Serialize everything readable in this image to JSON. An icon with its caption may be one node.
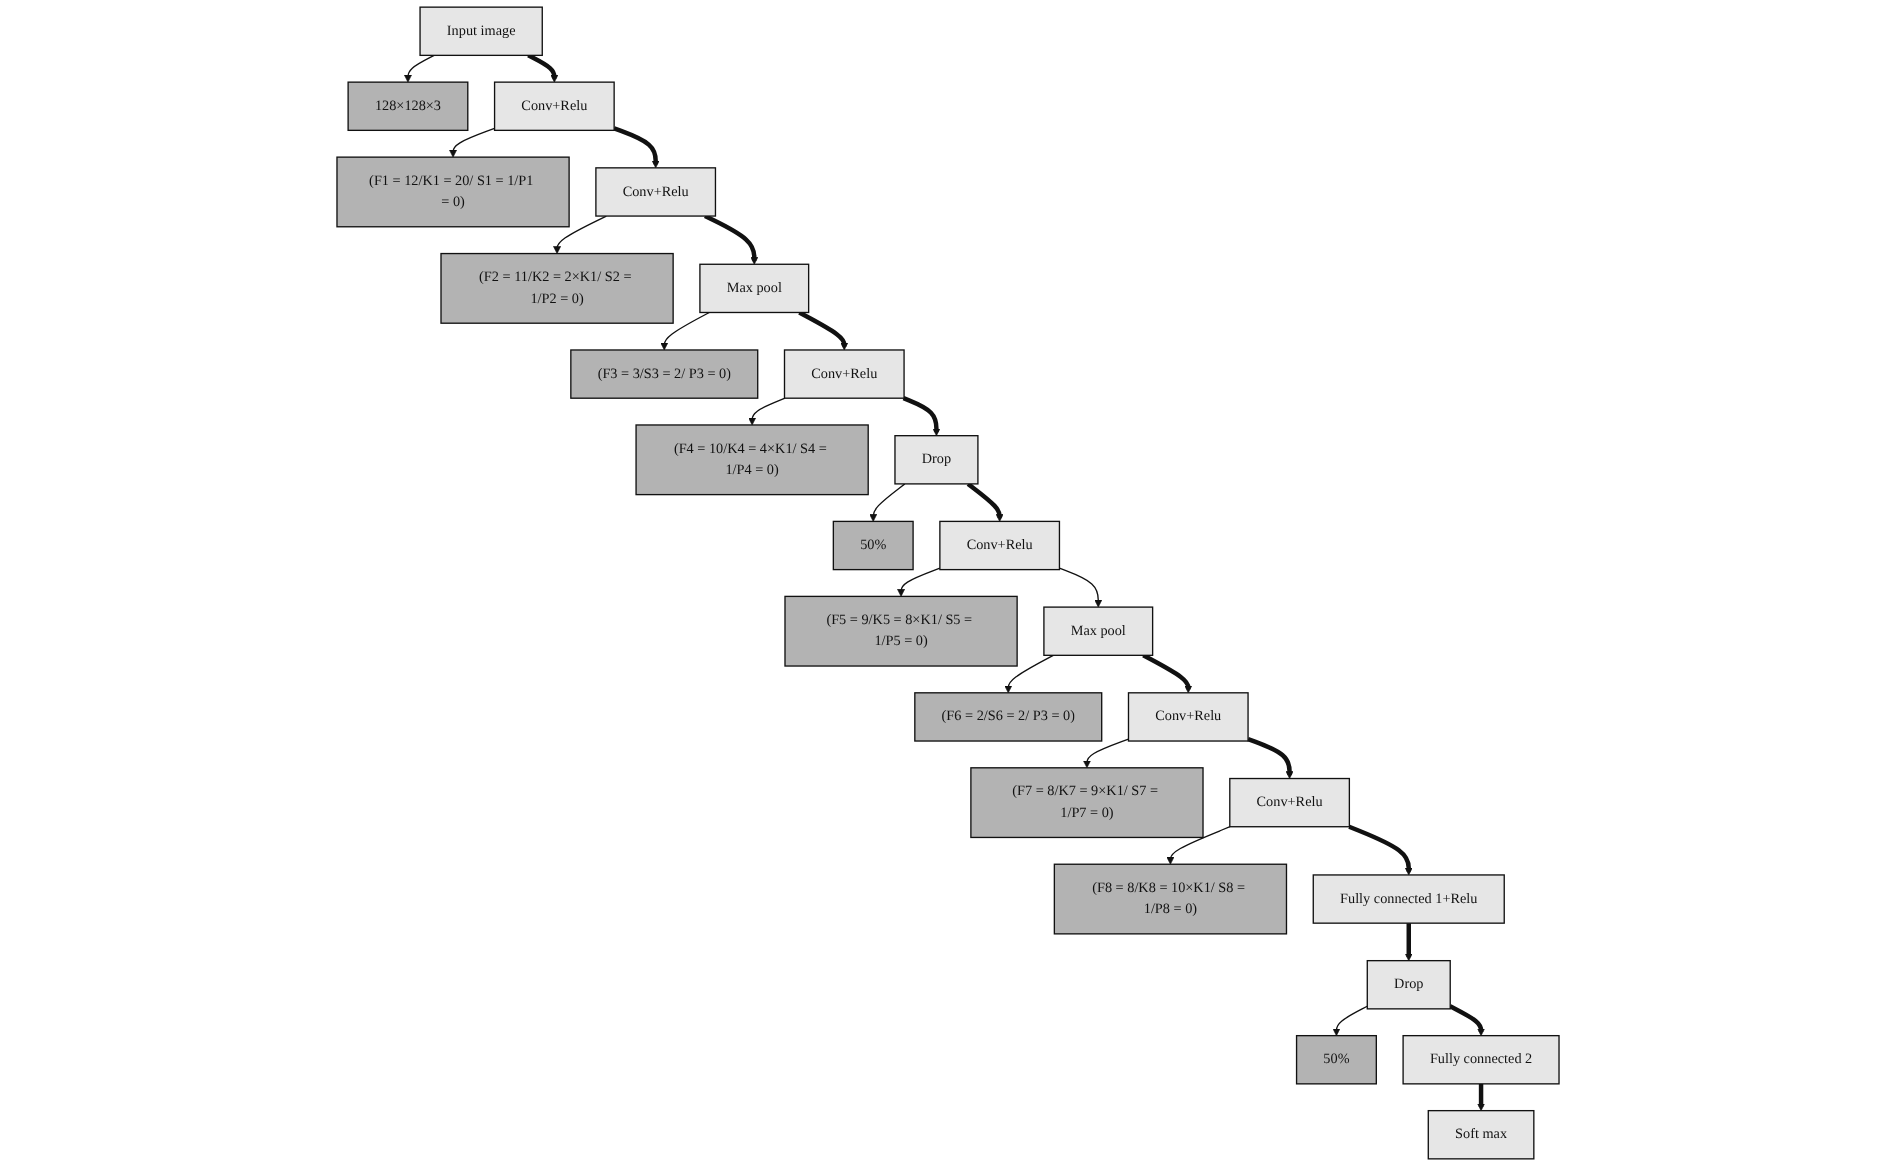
{
  "diagram": {
    "nodes": [
      {
        "text": [
          "128×128×3"
        ]
      },
      {
        "text": [
          "Input image"
        ]
      },
      {
        "text": [
          "(F1 = 12/K1 = 20/ S1 = 1/P1 = 0)"
        ]
      },
      {
        "text": [
          "Conv+Relu"
        ]
      },
      {
        "text": [
          "(F2 = 11/K2 = 2×K1/ S2 = 1/P2 = 0)"
        ]
      },
      {
        "text": [
          "Conv+Relu"
        ]
      },
      {
        "text": [
          "(F3 = 3/S3 = 2/ P3 = 0)"
        ]
      },
      {
        "text": [
          "Max pool"
        ]
      },
      {
        "text": [
          "(F4 = 10/K4 = 4×K1/ S4 = 1/P4 = 0)"
        ]
      },
      {
        "text": [
          "Conv+Relu"
        ]
      },
      {
        "text": [
          "50%"
        ]
      },
      {
        "text": [
          "Drop"
        ]
      },
      {
        "text": [
          "(F5 = 9/K5 = 8×K1/ S5 = 1/P5 = 0)"
        ]
      },
      {
        "text": [
          "Conv+Relu"
        ]
      },
      {
        "text": [
          "(F6 = 2/S6 = 2/ P3 = 0)"
        ]
      },
      {
        "text": [
          "Max pool"
        ]
      },
      {
        "text": [
          "(F7 = 8/K7 = 9×K1/ S7 = 1/P7 = 0)"
        ]
      },
      {
        "text": [
          "Conv+Relu"
        ]
      },
      {
        "text": [
          "(F8 = 8/K8 = 10×K1/ S8 = 1/P8 = 0)"
        ]
      },
      {
        "text": [
          "Conv+Relu"
        ]
      },
      {
        "text": [
          "Fully connected 1+Relu"
        ]
      },
      {
        "text": [
          "50%"
        ]
      },
      {
        "text": [
          "Drop"
        ]
      },
      {
        "text": [
          "Fully connected 2"
        ]
      },
      {
        "text": [
          "Soft max"
        ]
      }
    ],
    "edges": [
      {
        "from": 1,
        "to": 0,
        "arrow": "to"
      },
      {
        "from": 1,
        "to": 3,
        "arrow": "to",
        "style": "thick"
      },
      {
        "from": 3,
        "to": 2,
        "arrow": "to"
      },
      {
        "from": 3,
        "to": 5,
        "arrow": "to",
        "style": "thick"
      },
      {
        "from": 5,
        "to": 4,
        "arrow": "to"
      },
      {
        "from": 5,
        "to": 7,
        "arrow": "to",
        "style": "thick"
      },
      {
        "from": 7,
        "to": 6,
        "arrow": "to"
      },
      {
        "from": 7,
        "to": 9,
        "arrow": "to",
        "style": "thick"
      },
      {
        "from": 9,
        "to": 8,
        "arrow": "to"
      },
      {
        "from": 9,
        "to": 11,
        "arrow": "to",
        "style": "thick"
      },
      {
        "from": 11,
        "to": 10,
        "arrow": "to"
      },
      {
        "from": 11,
        "to": 13,
        "arrow": "to",
        "style": "thick"
      },
      {
        "from": 13,
        "to": 12,
        "arrow": "to"
      },
      {
        "from": 13,
        "to": 15,
        "arrow": "to"
      },
      {
        "from": 15,
        "to": 14,
        "arrow": "to"
      },
      {
        "from": 15,
        "to": 17,
        "arrow": "to",
        "style": "thick"
      },
      {
        "from": 17,
        "to": 16,
        "arrow": "to"
      },
      {
        "from": 17,
        "to": 19,
        "arrow": "to",
        "style": "thick"
      },
      {
        "from": 19,
        "to": 18,
        "arrow": "to"
      },
      {
        "from": 19,
        "to": 20,
        "arrow": "to",
        "style": "thick"
      },
      {
        "from": 20,
        "to": 22,
        "arrow": "to",
        "style": "thick"
      },
      {
        "from": 22,
        "to": 21,
        "arrow": "to"
      },
      {
        "from": 22,
        "to": 23,
        "arrow": "to",
        "style": "thick"
      },
      {
        "from": 23,
        "to": 24,
        "arrow": "to",
        "style": "thick"
      }
    ]
  }
}
